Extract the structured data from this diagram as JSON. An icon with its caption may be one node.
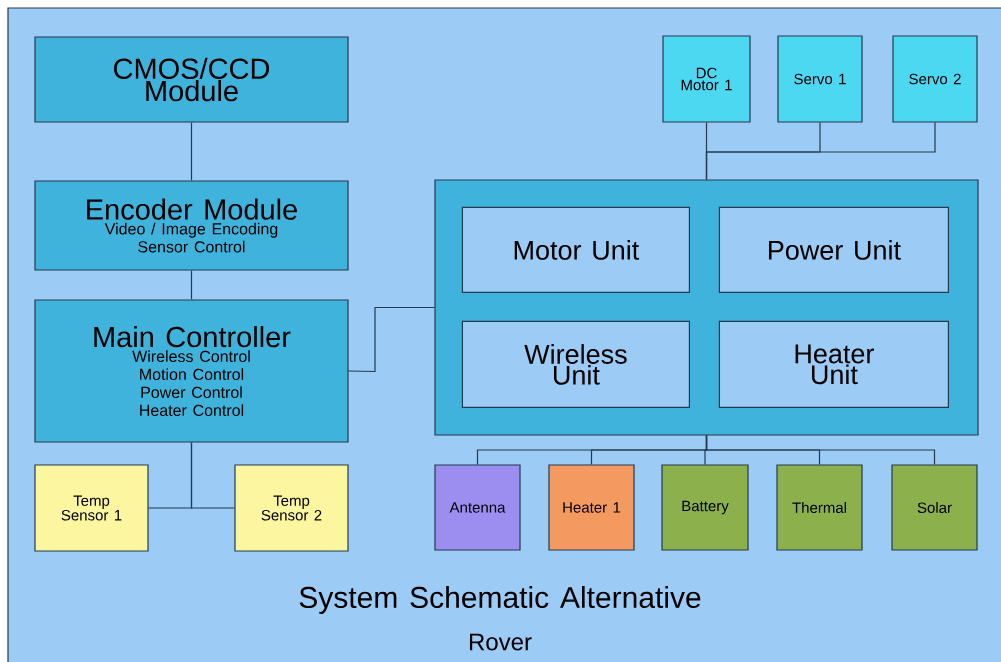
{
  "diagram": {
    "title": "System Schematic Alternative",
    "caption": "Rover",
    "nodes": [
      {
        "text": [
          "CMOS/CCD Module"
        ]
      },
      {
        "text": [
          "Encoder Module",
          "Video / Image Encoding Sensor Control"
        ]
      },
      {
        "text": [
          "Main Controller",
          "Wireless Control Motion Control Power Control Heater Control"
        ]
      },
      {
        "text": [],
        "shape": "box"
      },
      {
        "text": [
          "Motor Unit"
        ],
        "in": 3
      },
      {
        "text": [
          "Power Unit"
        ],
        "in": 3
      },
      {
        "text": [
          "Wireless Unit"
        ],
        "in": 3
      },
      {
        "text": [
          "Heater Unit"
        ],
        "in": 3
      },
      {
        "text": [
          "DC Motor 1"
        ]
      },
      {
        "text": [
          "Servo 1"
        ]
      },
      {
        "text": [
          "Servo 2"
        ]
      },
      {
        "text": [
          "Temp Sensor 1"
        ]
      },
      {
        "text": [
          "Temp Sensor 2"
        ]
      },
      {
        "text": [
          "Antenna"
        ]
      },
      {
        "text": [
          "Heater 1"
        ]
      },
      {
        "text": [
          "Battery"
        ]
      },
      {
        "text": [
          "Thermal"
        ]
      },
      {
        "text": [
          "Solar"
        ]
      }
    ],
    "edges": [
      {
        "from": 0,
        "to": 1,
        "arrow": "none"
      },
      {
        "from": 1,
        "to": 2,
        "arrow": "none"
      },
      {
        "from": 2,
        "to": 3,
        "arrow": "none"
      },
      {
        "from": 2,
        "to": 11,
        "arrow": "none"
      },
      {
        "from": 2,
        "to": 12,
        "arrow": "none"
      },
      {
        "from": 3,
        "to": 8,
        "arrow": "none"
      },
      {
        "from": 3,
        "to": 9,
        "arrow": "none"
      },
      {
        "from": 3,
        "to": 10,
        "arrow": "none"
      },
      {
        "from": 3,
        "to": 13,
        "arrow": "none"
      },
      {
        "from": 3,
        "to": 14,
        "arrow": "none"
      },
      {
        "from": 3,
        "to": 15,
        "arrow": "none"
      },
      {
        "from": 3,
        "to": 16,
        "arrow": "none"
      },
      {
        "from": 3,
        "to": 17,
        "arrow": "none"
      }
    ]
  }
}
